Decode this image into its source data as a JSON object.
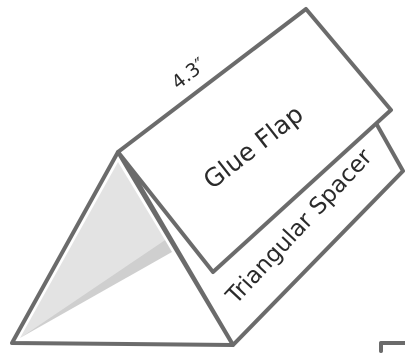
{
  "dimension_label": "4.3″",
  "glue_flap_label": "Glue Flap",
  "spacer_label": "Triangular Spacer",
  "colors": {
    "outline": "#6b6b6b",
    "interior_shade": "#e3e3e3",
    "text": "#2a2a2a"
  }
}
